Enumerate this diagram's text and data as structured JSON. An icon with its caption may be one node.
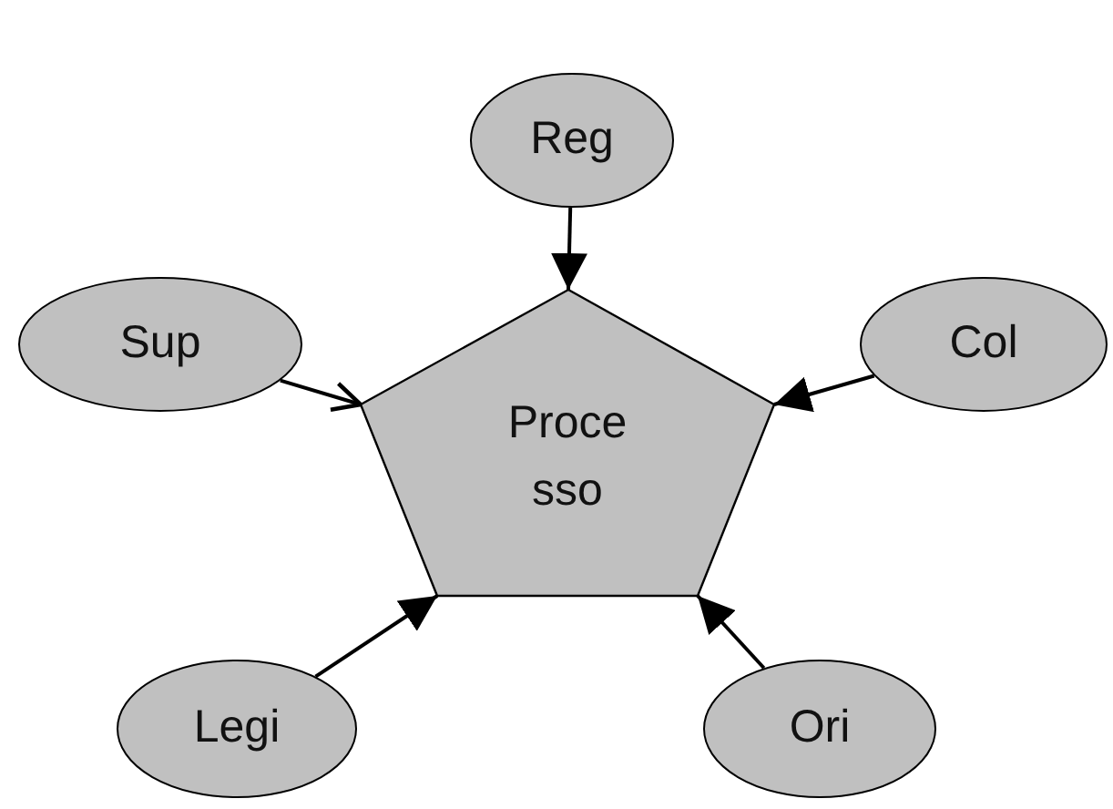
{
  "diagram": {
    "nodes": [
      {
        "text": [
          "Reg"
        ]
      },
      {
        "text": [
          "Sup"
        ]
      },
      {
        "text": [
          "Proce sso"
        ]
      },
      {
        "text": [
          "Col"
        ]
      },
      {
        "text": [
          "Legi"
        ]
      },
      {
        "text": [
          "Ori"
        ]
      }
    ],
    "edges": [
      {
        "from": 0,
        "to": 2,
        "arrow": "to"
      },
      {
        "from": 1,
        "to": 2,
        "arrow": "to"
      },
      {
        "from": 3,
        "to": 2,
        "arrow": "to"
      },
      {
        "from": 4,
        "to": 2,
        "arrow": "to"
      },
      {
        "from": 5,
        "to": 2,
        "arrow": "to"
      }
    ]
  }
}
